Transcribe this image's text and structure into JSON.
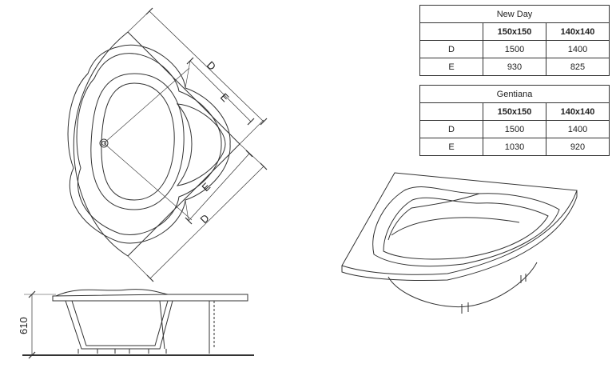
{
  "dimensions": {
    "d_label": "D",
    "e_label": "E",
    "height_label": "610"
  },
  "tables": [
    {
      "title": "New Day",
      "columns": [
        "",
        "150x150",
        "140x140"
      ],
      "rows": [
        {
          "label": "D",
          "values": [
            "1500",
            "1400"
          ]
        },
        {
          "label": "E",
          "values": [
            "930",
            "825"
          ]
        }
      ]
    },
    {
      "title": "Gentiana",
      "columns": [
        "",
        "150x150",
        "140x140"
      ],
      "rows": [
        {
          "label": "D",
          "values": [
            "1500",
            "1400"
          ]
        },
        {
          "label": "E",
          "values": [
            "1030",
            "920"
          ]
        }
      ]
    }
  ]
}
